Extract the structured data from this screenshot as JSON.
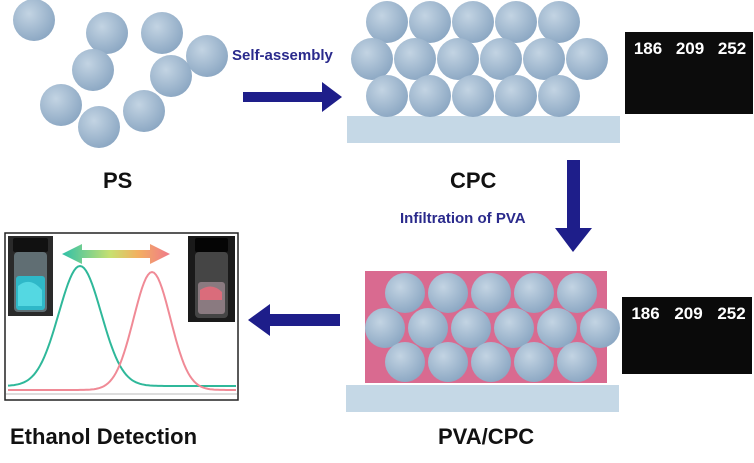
{
  "labels": {
    "ps": "PS",
    "cpc": "CPC",
    "pva_cpc": "PVA/CPC",
    "ethanol": "Ethanol Detection",
    "self_assembly": "Self-assembly",
    "infiltration": "Infiltration of PVA"
  },
  "photos_top": {
    "samples": [
      "186",
      "209",
      "252"
    ],
    "colors": [
      "#5f8fe0",
      "#3ddc7a",
      "#f07a8a"
    ]
  },
  "photos_bottom": {
    "samples": [
      "186",
      "209",
      "252"
    ],
    "colors": [
      "#8fd6e0",
      "#cfe8c8",
      "#e06a80"
    ]
  },
  "colors": {
    "sphere": "#9fb7cf",
    "substrate": "#c5d8e6",
    "pva_matrix": "#d96a90",
    "arrow": "#1e1e8a",
    "curve_green": "#2fb89a",
    "curve_red": "#f08a96"
  },
  "icons": {
    "arrows": [
      "arrow-right-icon",
      "arrow-down-icon",
      "arrow-left-icon",
      "double-arrow-icon"
    ]
  }
}
